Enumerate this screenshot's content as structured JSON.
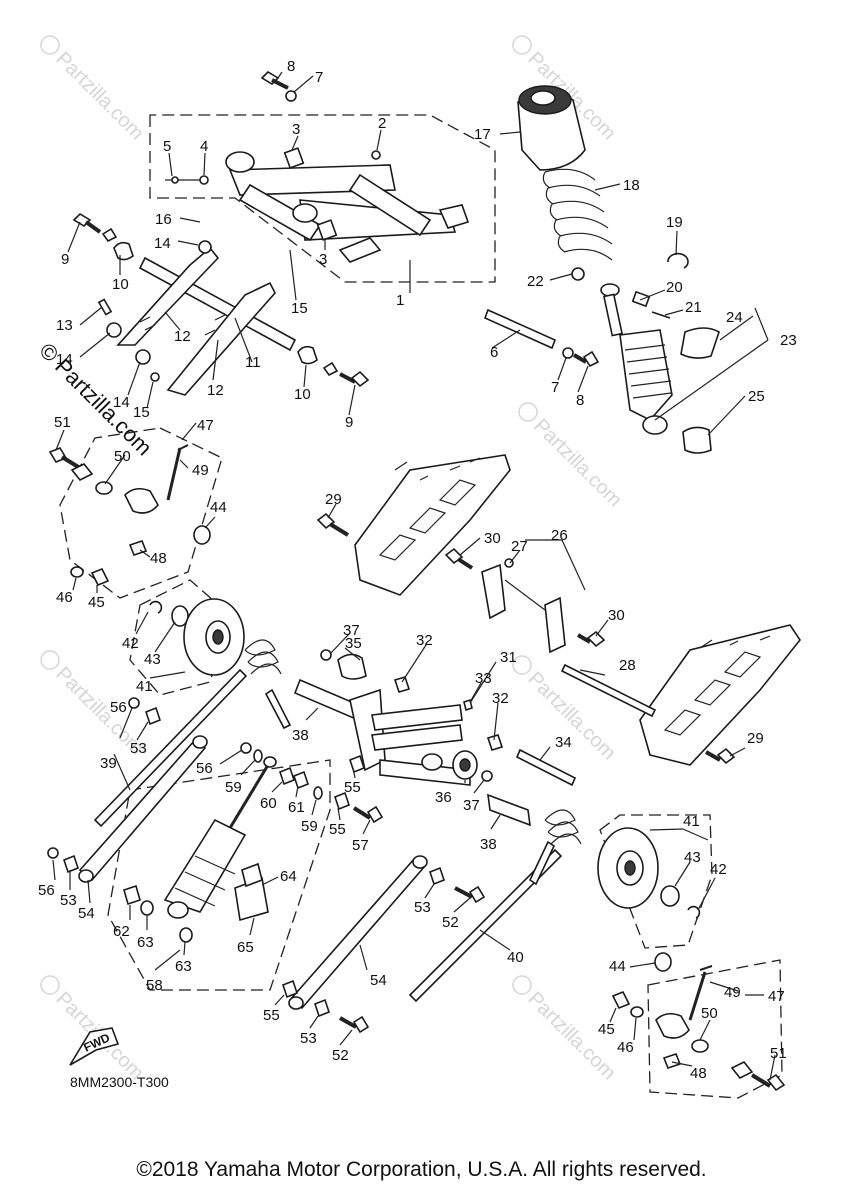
{
  "diagram": {
    "code": "8MM2300-T300",
    "fwd_label": "FWD",
    "copyright": "©2018 Yamaha Motor Corporation, U.S.A. All rights reserved.",
    "watermark": "© Partzilla.com",
    "watermark_small": "Partzilla.com",
    "callouts": [
      "1",
      "2",
      "3",
      "3",
      "4",
      "5",
      "6",
      "7",
      "7",
      "8",
      "8",
      "9",
      "9",
      "10",
      "10",
      "11",
      "12",
      "12",
      "13",
      "14",
      "14",
      "14",
      "15",
      "15",
      "16",
      "17",
      "18",
      "19",
      "20",
      "21",
      "22",
      "23",
      "24",
      "25",
      "26",
      "27",
      "28",
      "29",
      "29",
      "30",
      "30",
      "31",
      "32",
      "32",
      "33",
      "34",
      "35",
      "36",
      "37",
      "37",
      "38",
      "38",
      "39",
      "40",
      "41",
      "41",
      "42",
      "42",
      "43",
      "43",
      "44",
      "44",
      "45",
      "45",
      "46",
      "46",
      "47",
      "47",
      "48",
      "48",
      "49",
      "49",
      "50",
      "50",
      "51",
      "51",
      "52",
      "52",
      "53",
      "53",
      "53",
      "53",
      "54",
      "54",
      "55",
      "55",
      "55",
      "56",
      "56",
      "56",
      "57",
      "58",
      "59",
      "59",
      "60",
      "61",
      "62",
      "63",
      "63",
      "64",
      "65"
    ]
  }
}
